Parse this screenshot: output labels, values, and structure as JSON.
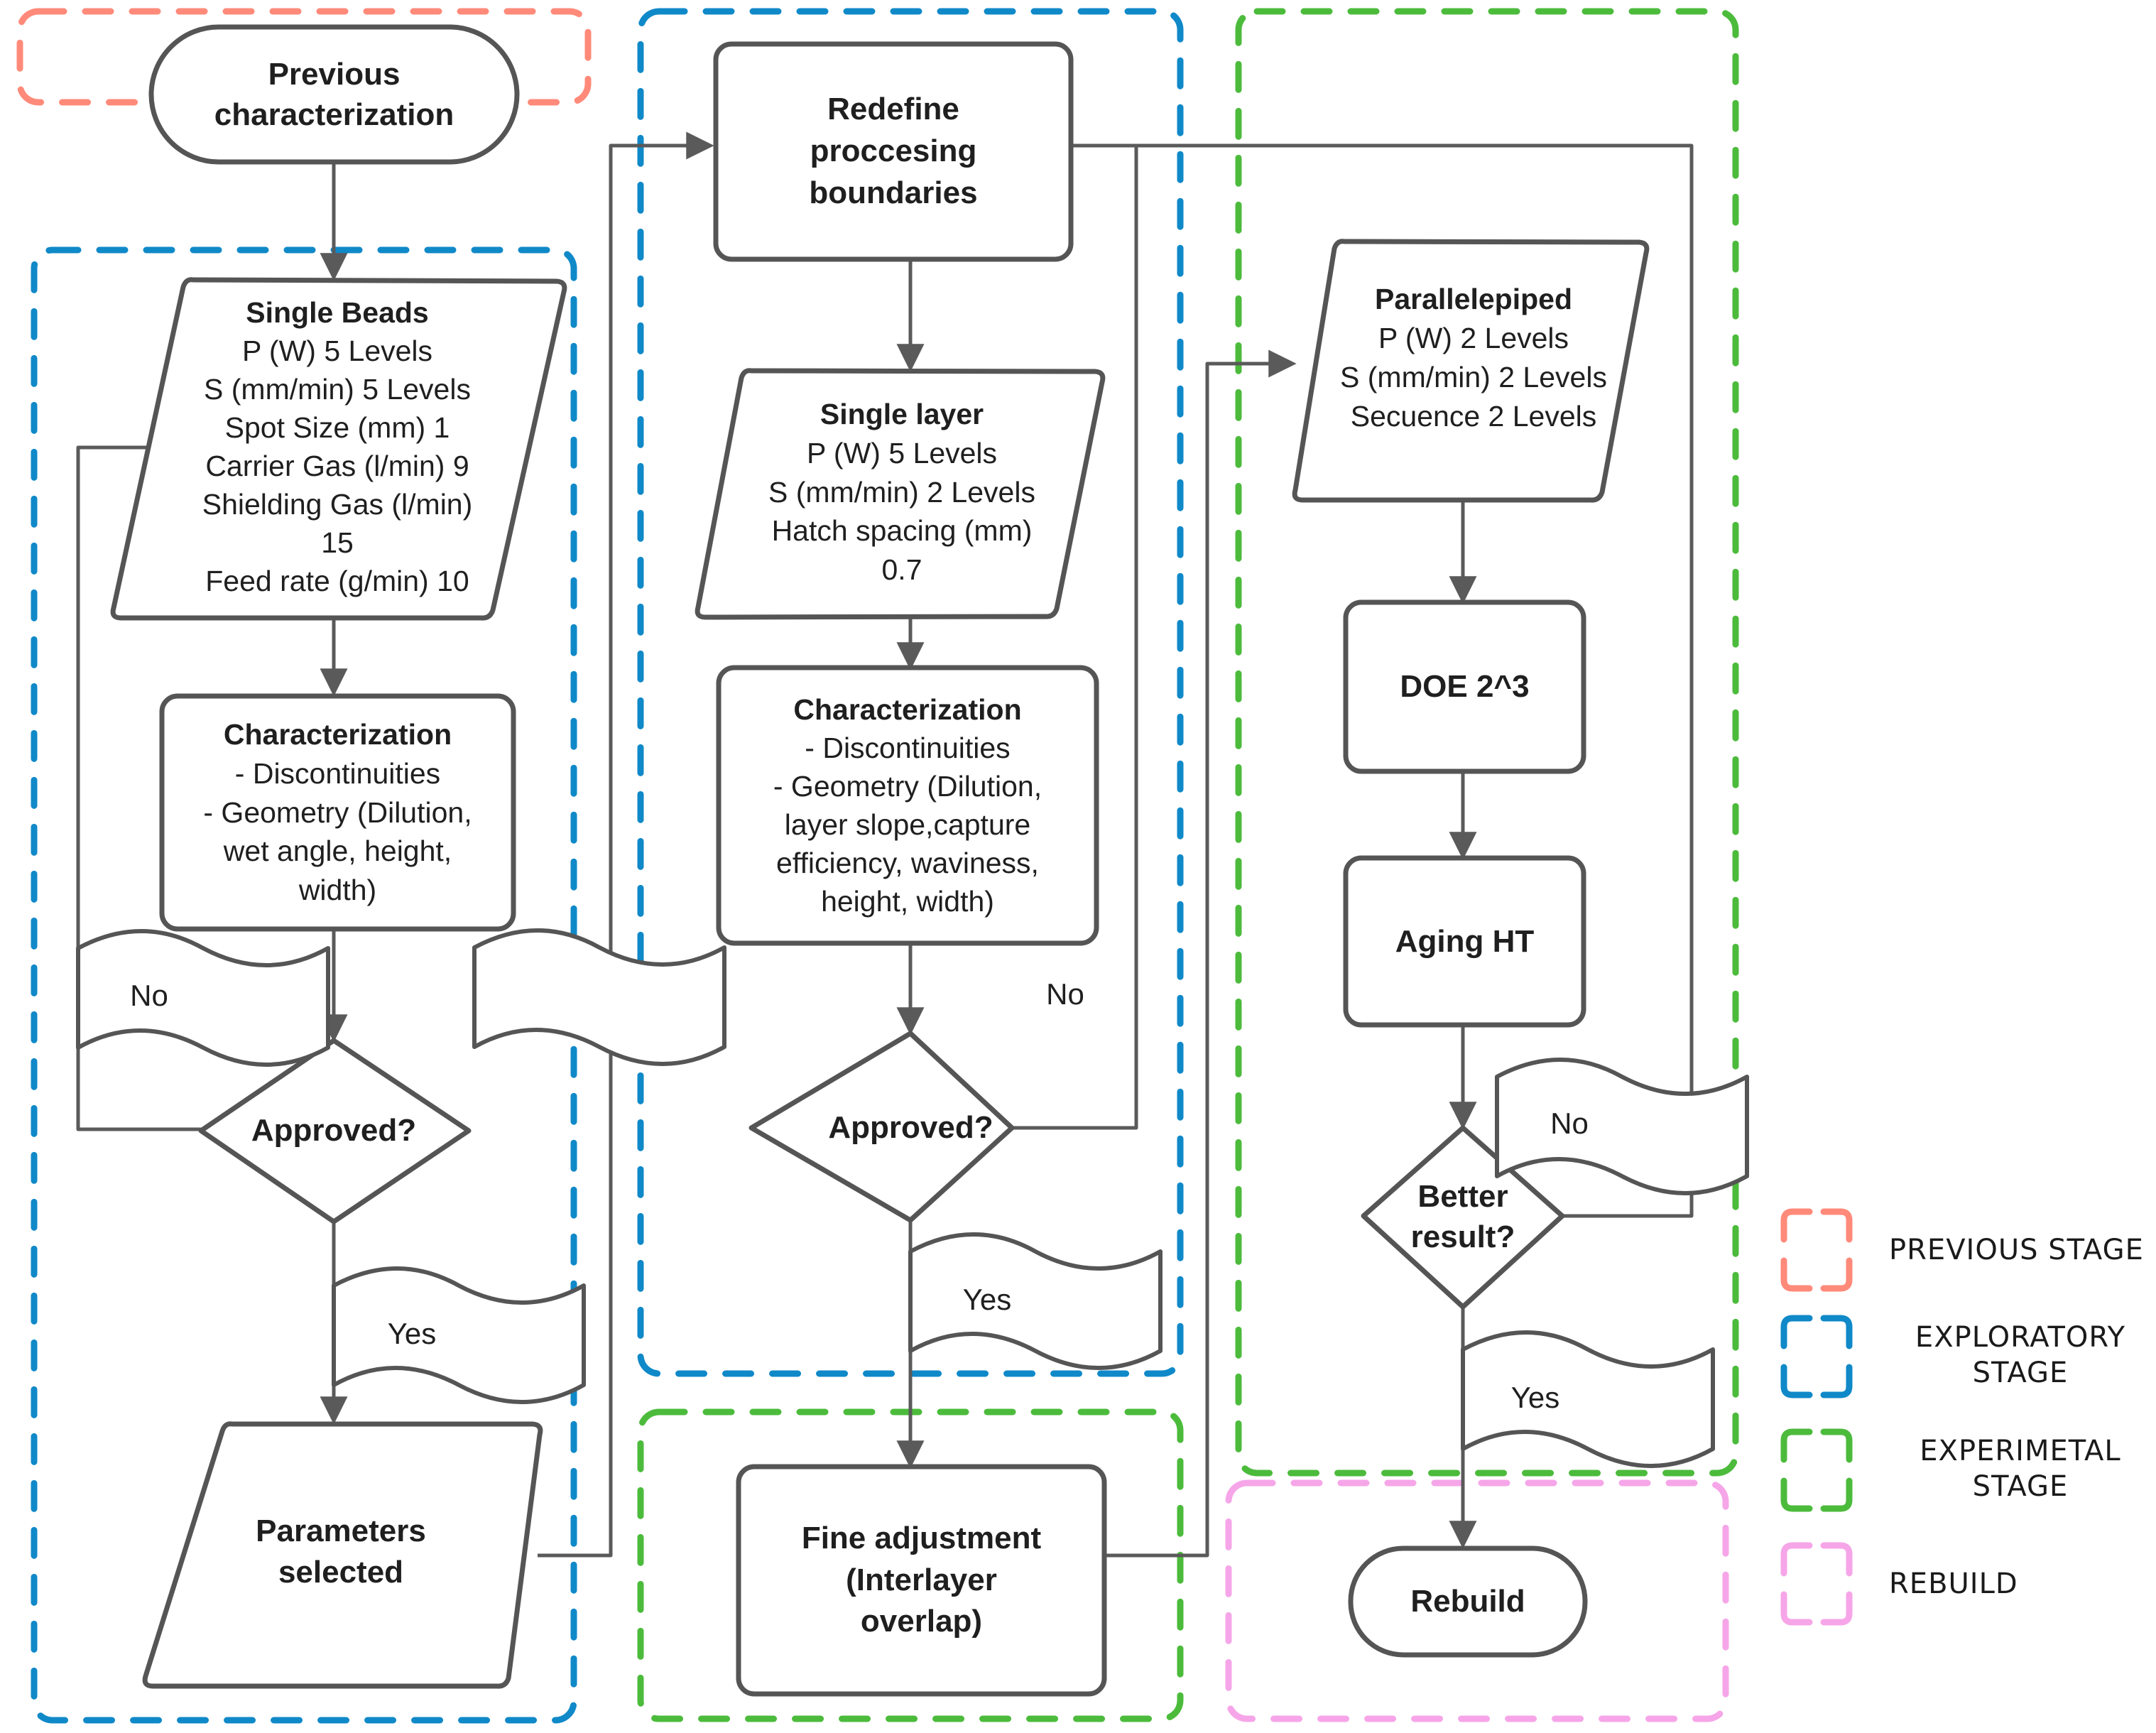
{
  "colors": {
    "previous_stage": "#FF8A7A",
    "exploratory_stage": "#1089C8",
    "experimental_stage": "#4CBB3C",
    "rebuild": "#F6A6E8",
    "node_stroke": "#555555",
    "connector": "#5a5a5a",
    "text": "#1f1f1f"
  },
  "nodes": {
    "previous_characterization": {
      "lines": [
        "Previous",
        "characterization"
      ]
    },
    "single_beads": {
      "title": "Single Beads",
      "lines": [
        "P (W) 5 Levels",
        "S (mm/min) 5 Levels",
        "Spot Size (mm) 1",
        "Carrier Gas (l/min) 9",
        "Shielding Gas (l/min)",
        "15",
        "Feed rate (g/min) 10"
      ]
    },
    "characterization_left": {
      "title": "Characterization",
      "lines": [
        "- Discontinuities",
        "- Geometry (Dilution,",
        "wet angle, height,",
        "width)"
      ]
    },
    "approved_left": {
      "label": "Approved?"
    },
    "parameters_selected": {
      "lines": [
        "Parameters",
        "selected"
      ]
    },
    "redefine_boundaries": {
      "lines": [
        "Redefine",
        "proccesing",
        "boundaries"
      ]
    },
    "single_layer": {
      "title": "Single layer",
      "lines": [
        "P (W) 5 Levels",
        "S (mm/min) 2 Levels",
        "Hatch spacing (mm)",
        "0.7"
      ]
    },
    "characterization_middle": {
      "title": "Characterization",
      "lines": [
        "- Discontinuities",
        "- Geometry (Dilution,",
        "layer slope,capture",
        "efficiency, waviness,",
        "height, width)"
      ]
    },
    "approved_middle": {
      "label": "Approved?"
    },
    "fine_adjustment": {
      "lines": [
        "Fine adjustment",
        "(Interlayer",
        "overlap)"
      ]
    },
    "parallelepiped": {
      "title": "Parallelepiped",
      "lines": [
        "P (W) 2 Levels",
        "S (mm/min) 2 Levels",
        "Secuence 2 Levels"
      ]
    },
    "doe": {
      "label": "DOE 2^3"
    },
    "aging_ht": {
      "label": "Aging HT"
    },
    "better_result": {
      "lines": [
        "Better",
        "result?"
      ]
    },
    "rebuild": {
      "label": "Rebuild"
    }
  },
  "flags": {
    "no_left": "No",
    "yes_left": "Yes",
    "no_middle": "No",
    "yes_middle": "Yes",
    "no_right": "No",
    "yes_right": "Yes"
  },
  "legend": {
    "items": [
      {
        "label": "PREVIOUS STAGE",
        "color": "#FF8A7A"
      },
      {
        "label": "EXPLORATORY\nSTAGE",
        "color": "#1089C8"
      },
      {
        "label": "EXPERIMETAL\nSTAGE",
        "color": "#4CBB3C"
      },
      {
        "label": "REBUILD",
        "color": "#F6A6E8"
      }
    ]
  }
}
